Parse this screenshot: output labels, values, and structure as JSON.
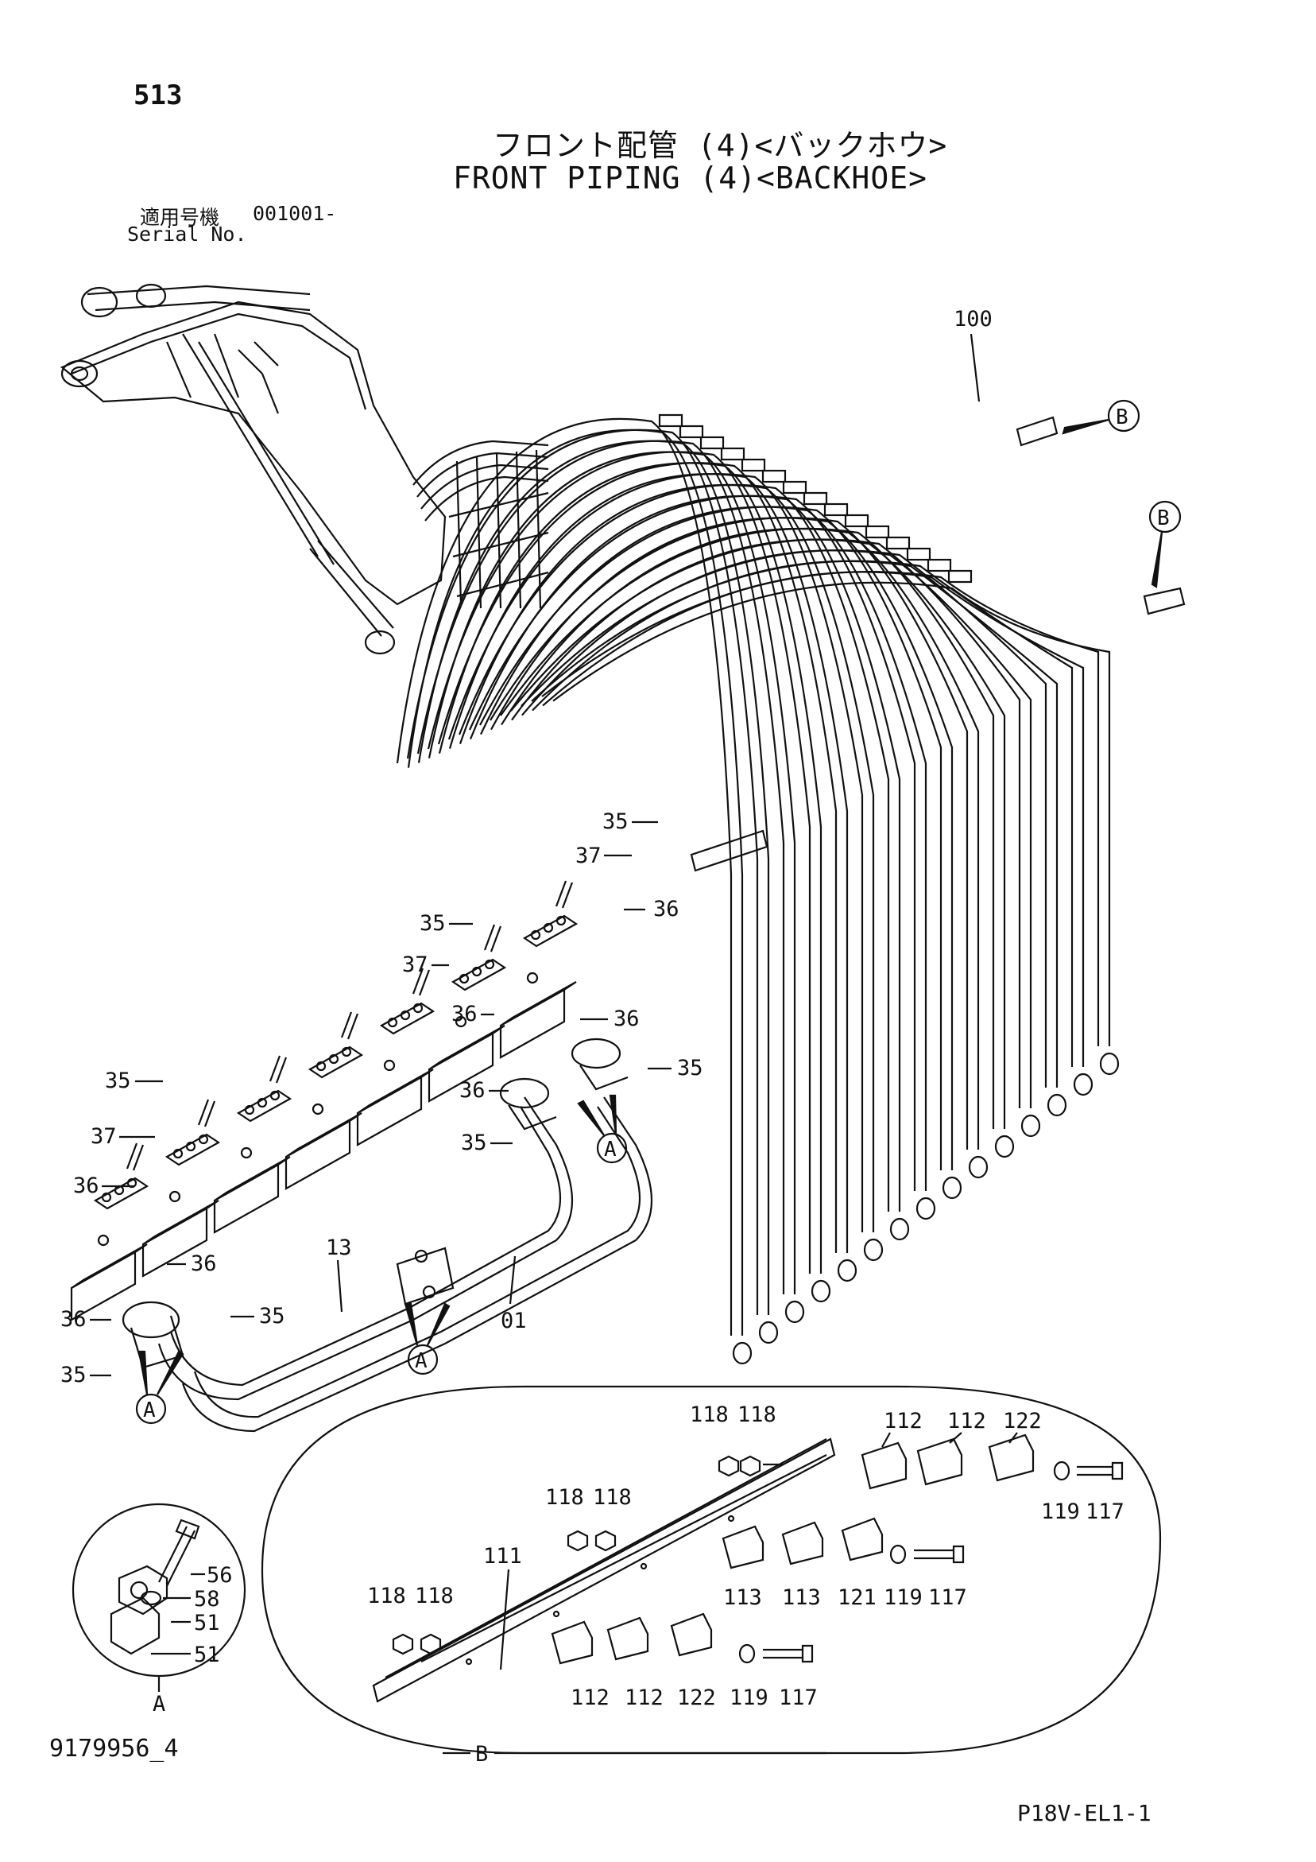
{
  "header": {
    "page_number": "513",
    "title_jp": "フロント配管 (4)<バックホウ>",
    "title_en": "FRONT PIPING (4)<BACKHOE>",
    "serial_label_jp": "適用号機",
    "serial_label_en": "Serial No.",
    "serial_value": "001001-"
  },
  "footer": {
    "document_id": "9179956_4",
    "page_code": "P18V-EL1-1"
  },
  "part_labels": {
    "p100": "100",
    "p35": "35",
    "p36": "36",
    "p37": "37",
    "p13": "13",
    "p01": "01",
    "p111": "111",
    "p112": "112",
    "p113": "113",
    "p117": "117",
    "p118": "118",
    "p119": "119",
    "p121": "121",
    "p122": "122",
    "p51": "51",
    "p56": "56",
    "p58": "58"
  },
  "reference_markers": {
    "a": "A",
    "b": "B"
  }
}
